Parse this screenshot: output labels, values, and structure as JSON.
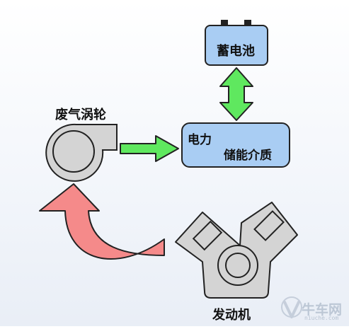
{
  "nodes": {
    "battery": "蓄电池",
    "turbocharger": "废气涡轮",
    "storage_line1": "电力",
    "storage_line2": "储能介质",
    "engine": "发动机"
  },
  "watermark": {
    "text": "牛车网",
    "sub": "niuche.com"
  },
  "colors": {
    "component_fill": "#d4d4d4",
    "storage_fill": "#a9cdf3",
    "battery_fill": "#a9cdf3",
    "green_arrow": "#5fe85f",
    "red_arrow": "#f58a8a",
    "outline": "#222222"
  }
}
